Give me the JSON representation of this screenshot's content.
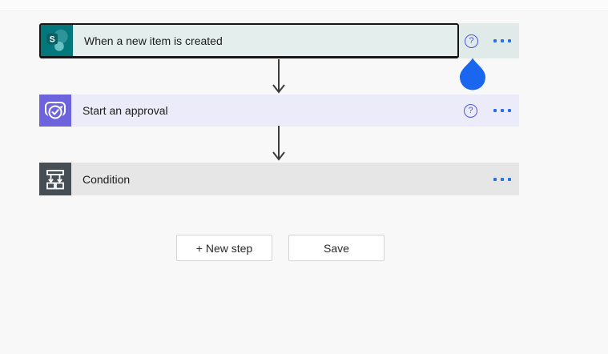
{
  "workflow": {
    "steps": [
      {
        "title": "When a new item is created",
        "connector": "SharePoint",
        "type": "trigger",
        "selected": true
      },
      {
        "title": "Start an approval",
        "connector": "Approvals",
        "type": "action",
        "selected": false
      },
      {
        "title": "Condition",
        "connector": "Condition",
        "type": "action",
        "selected": false
      }
    ]
  },
  "toolbar": {
    "new_step_label": "+ New step",
    "save_label": "Save"
  },
  "icons": {
    "help": "?",
    "sharepoint_letter": "S"
  },
  "colors": {
    "trigger_card_bg": "#e3eeed",
    "trigger_icon_bg": "#03787c",
    "trigger_border": "#161616",
    "approval_card_bg": "#ebebfa",
    "approval_icon_bg": "#6c63dd",
    "condition_card_bg": "#e6e6e6",
    "condition_icon_bg": "#454d55",
    "help_icon": "#4f5bd0",
    "menu_dots": "#2970e8",
    "touch_pointer": "#1b66ef",
    "arrow": "#3d3c3b",
    "page_bg": "#f8f8f8"
  }
}
